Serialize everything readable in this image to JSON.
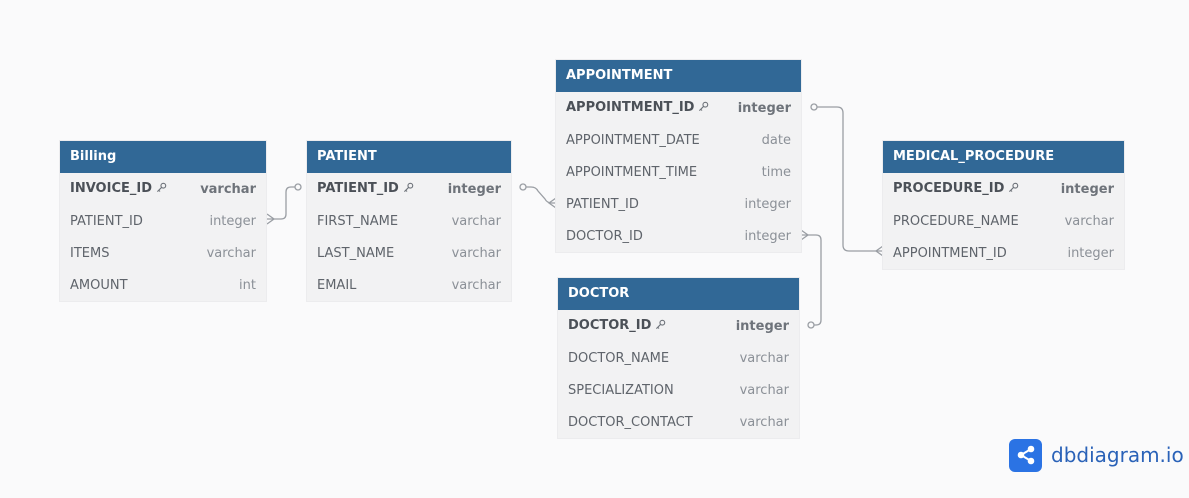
{
  "tables": [
    {
      "id": "billing",
      "name": "Billing",
      "columns": [
        {
          "name": "INVOICE_ID",
          "type": "varchar",
          "pk": true
        },
        {
          "name": "PATIENT_ID",
          "type": "integer",
          "pk": false
        },
        {
          "name": "ITEMS",
          "type": "varchar",
          "pk": false
        },
        {
          "name": "AMOUNT",
          "type": "int",
          "pk": false
        }
      ]
    },
    {
      "id": "patient",
      "name": "PATIENT",
      "columns": [
        {
          "name": "PATIENT_ID",
          "type": "integer",
          "pk": true
        },
        {
          "name": "FIRST_NAME",
          "type": "varchar",
          "pk": false
        },
        {
          "name": "LAST_NAME",
          "type": "varchar",
          "pk": false
        },
        {
          "name": "EMAIL",
          "type": "varchar",
          "pk": false
        }
      ]
    },
    {
      "id": "appointment",
      "name": "APPOINTMENT",
      "columns": [
        {
          "name": "APPOINTMENT_ID",
          "type": "integer",
          "pk": true
        },
        {
          "name": "APPOINTMENT_DATE",
          "type": "date",
          "pk": false
        },
        {
          "name": "APPOINTMENT_TIME",
          "type": "time",
          "pk": false
        },
        {
          "name": "PATIENT_ID",
          "type": "integer",
          "pk": false
        },
        {
          "name": "DOCTOR_ID",
          "type": "integer",
          "pk": false
        }
      ]
    },
    {
      "id": "doctor",
      "name": "DOCTOR",
      "columns": [
        {
          "name": "DOCTOR_ID",
          "type": "integer",
          "pk": true
        },
        {
          "name": "DOCTOR_NAME",
          "type": "varchar",
          "pk": false
        },
        {
          "name": "SPECIALIZATION",
          "type": "varchar",
          "pk": false
        },
        {
          "name": "DOCTOR_CONTACT",
          "type": "varchar",
          "pk": false
        }
      ]
    },
    {
      "id": "medical_procedure",
      "name": "MEDICAL_PROCEDURE",
      "columns": [
        {
          "name": "PROCEDURE_ID",
          "type": "integer",
          "pk": true
        },
        {
          "name": "PROCEDURE_NAME",
          "type": "varchar",
          "pk": false
        },
        {
          "name": "APPOINTMENT_ID",
          "type": "integer",
          "pk": false
        }
      ]
    }
  ],
  "relationships": [
    {
      "from": "billing.PATIENT_ID",
      "to": "patient.PATIENT_ID",
      "type": "many-to-one"
    },
    {
      "from": "appointment.PATIENT_ID",
      "to": "patient.PATIENT_ID",
      "type": "many-to-one"
    },
    {
      "from": "appointment.DOCTOR_ID",
      "to": "doctor.DOCTOR_ID",
      "type": "many-to-one"
    },
    {
      "from": "medical_procedure.APPOINTMENT_ID",
      "to": "appointment.APPOINTMENT_ID",
      "type": "many-to-one"
    }
  ],
  "brand": {
    "name": "dbdiagram.io",
    "icon": "share-nodes-icon"
  },
  "colors": {
    "header": "#316896",
    "body": "#f2f2f3",
    "edge": "#9a9ea4",
    "brand": "#2b73e4"
  }
}
